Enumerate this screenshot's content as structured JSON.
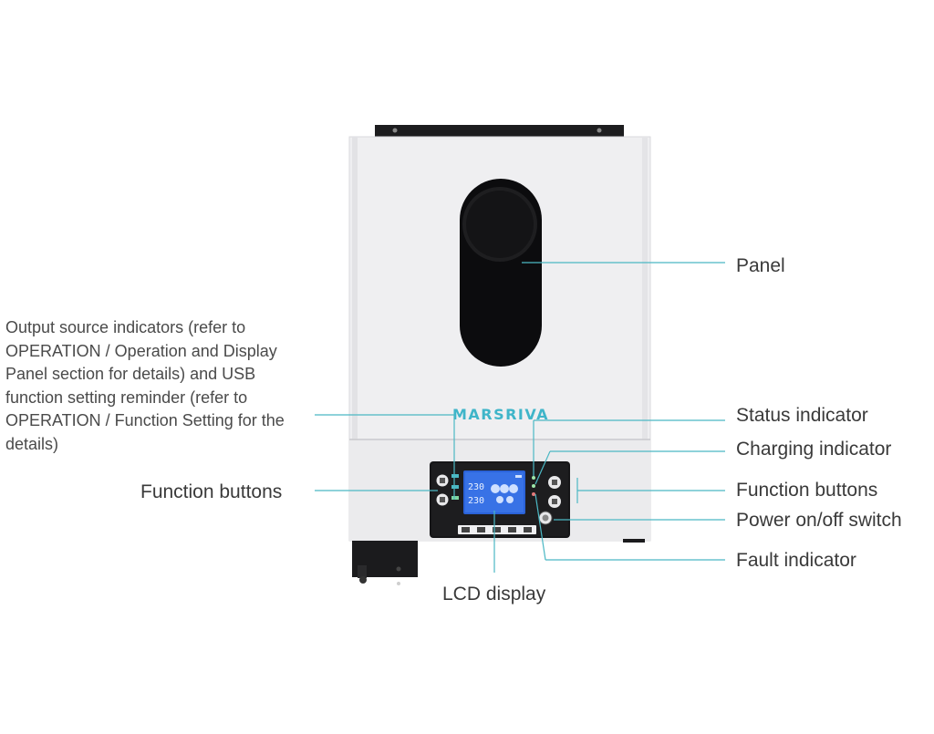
{
  "device": {
    "brand": "MARSRIVA",
    "lcd_value_1": "230",
    "lcd_value_2": "230"
  },
  "callouts": {
    "panel": "Panel",
    "output_source": "Output source indicators (refer to OPERATION / Operation and Display Panel section for details) and USB function setting reminder (refer to OPERATION / Function Setting for the details)",
    "status_indicator": "Status indicator",
    "charging_indicator": "Charging indicator",
    "function_buttons_left": "Function buttons",
    "function_buttons_right": "Function buttons",
    "power_switch": "Power on/off switch",
    "fault_indicator": "Fault indicator",
    "lcd_display": "LCD display"
  },
  "colors": {
    "leader_line": "#4bb8c4",
    "brand": "#3fb5c9",
    "lcd_screen": "#2b63d9",
    "housing": "#eeeef0",
    "dark": "#1b1b1d"
  }
}
